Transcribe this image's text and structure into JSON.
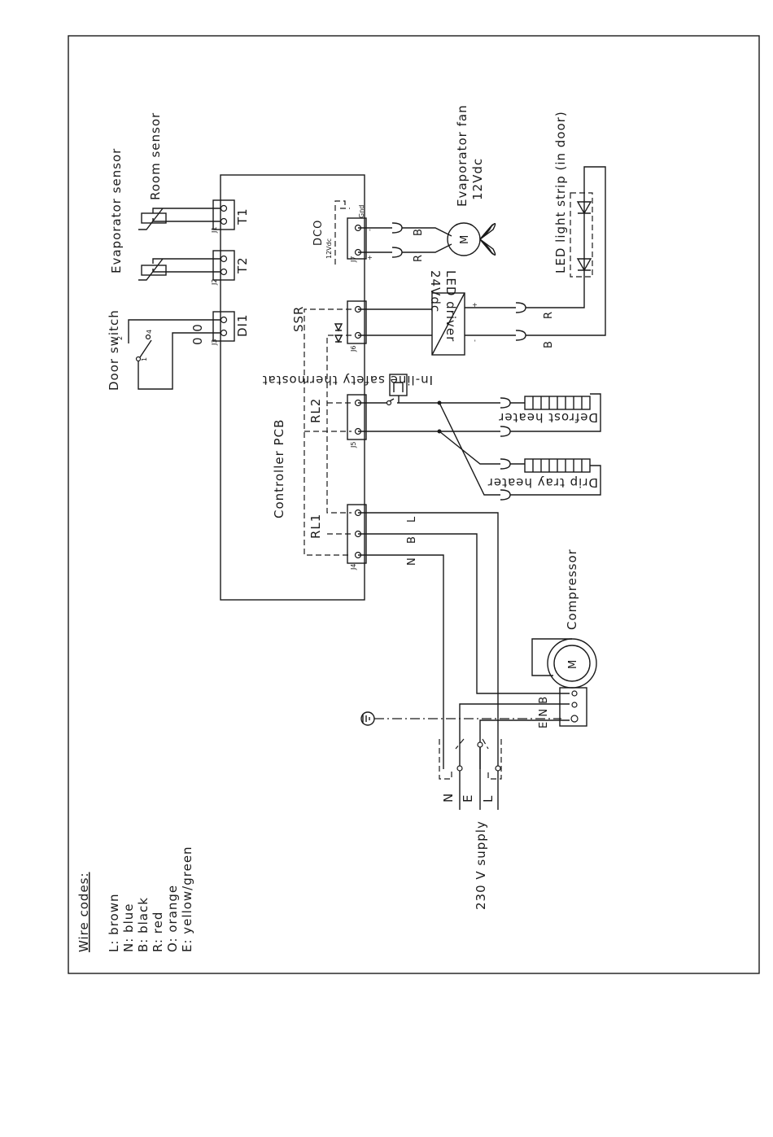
{
  "controller": {
    "title": "Controller PCB",
    "connectors": {
      "t1": "T1",
      "t2": "T2",
      "di1": "DI1",
      "j1": "J1",
      "j2": "J2",
      "j3": "J3",
      "j4": "J4",
      "j5": "J5",
      "j6": "J6",
      "j7": "J7",
      "dco": "DCO",
      "dco_voltage": "12Vdc",
      "gnd": "Gnd",
      "ssr": "SSR",
      "rl1": "RL1",
      "rl2": "RL2"
    }
  },
  "components": {
    "evaporator_sensor": "Evaporator sensor",
    "room_sensor": "Room sensor",
    "door_switch": "Door switch",
    "door_switch_contacts": "0 0",
    "evaporator_fan": "Evaporator fan",
    "fan_voltage": "12Vdc",
    "motor_symbol": "M",
    "led_driver": "LED driver",
    "led_driver_voltage": "24Vdc",
    "led_strip": "LED light strip (in door)",
    "thermostat": "In-line safety thermostat",
    "defrost_heater": "Defrost heater",
    "drip_tray_heater": "Drip tray heater",
    "compressor": "Compressor",
    "supply": "230 V supply"
  },
  "wire_labels": {
    "b": "B",
    "r": "R",
    "l": "L",
    "n": "N",
    "e": "E",
    "plus": "+",
    "minus": "-",
    "compressor_terms": "E N B"
  },
  "legend": {
    "title": "Wire codes:",
    "items": [
      "L: brown",
      "N: blue",
      "B: black",
      "R: red",
      "O: orange",
      "E: yellow/green"
    ]
  }
}
